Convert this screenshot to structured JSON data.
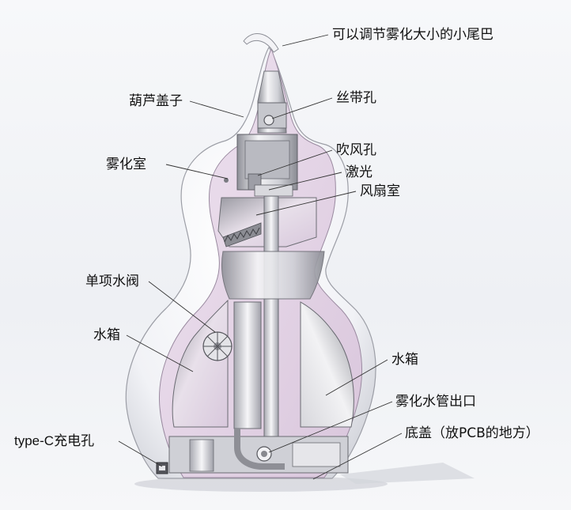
{
  "callouts": {
    "tail": "可以调节雾化大小的小尾巴",
    "gourd_cap": "葫芦盖子",
    "string_hole": "丝带孔",
    "atomizing_chamber": "雾化室",
    "blow_hole": "吹风孔",
    "laser": "激光",
    "fan_chamber": "风扇室",
    "one_way_valve": "单项水阀",
    "water_tank_left": "水箱",
    "water_tank_right": "水箱",
    "mist_outlet": "雾化水管出口",
    "type_c_port": "type-C充电孔",
    "bottom_cover": "底盖（放PCB的地方）"
  }
}
